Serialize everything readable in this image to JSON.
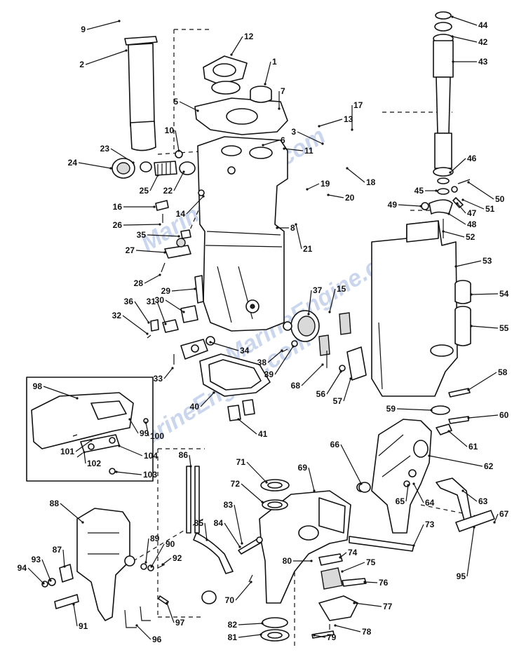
{
  "watermark": "MarineEngine.com",
  "callouts": [
    "1",
    "2",
    "3",
    "5",
    "6",
    "7",
    "8",
    "9",
    "10",
    "11",
    "12",
    "13",
    "14",
    "15",
    "16",
    "17",
    "18",
    "19",
    "20",
    "21",
    "22",
    "23",
    "24",
    "25",
    "26",
    "27",
    "28",
    "29",
    "30",
    "31",
    "32",
    "33",
    "34",
    "35",
    "36",
    "37",
    "38",
    "39",
    "40",
    "41",
    "42",
    "43",
    "44",
    "45",
    "46",
    "47",
    "48",
    "49",
    "50",
    "51",
    "52",
    "53",
    "54",
    "55",
    "56",
    "57",
    "58",
    "59",
    "60",
    "61",
    "62",
    "63",
    "64",
    "65",
    "66",
    "67",
    "68",
    "69",
    "70",
    "71",
    "72",
    "73",
    "74",
    "75",
    "76",
    "77",
    "78",
    "79",
    "80",
    "81",
    "82",
    "83",
    "84",
    "85",
    "86",
    "87",
    "88",
    "89",
    "90",
    "91",
    "92",
    "93",
    "94",
    "95",
    "96",
    "97",
    "98",
    "99",
    "100",
    "101",
    "102",
    "103",
    "104"
  ]
}
